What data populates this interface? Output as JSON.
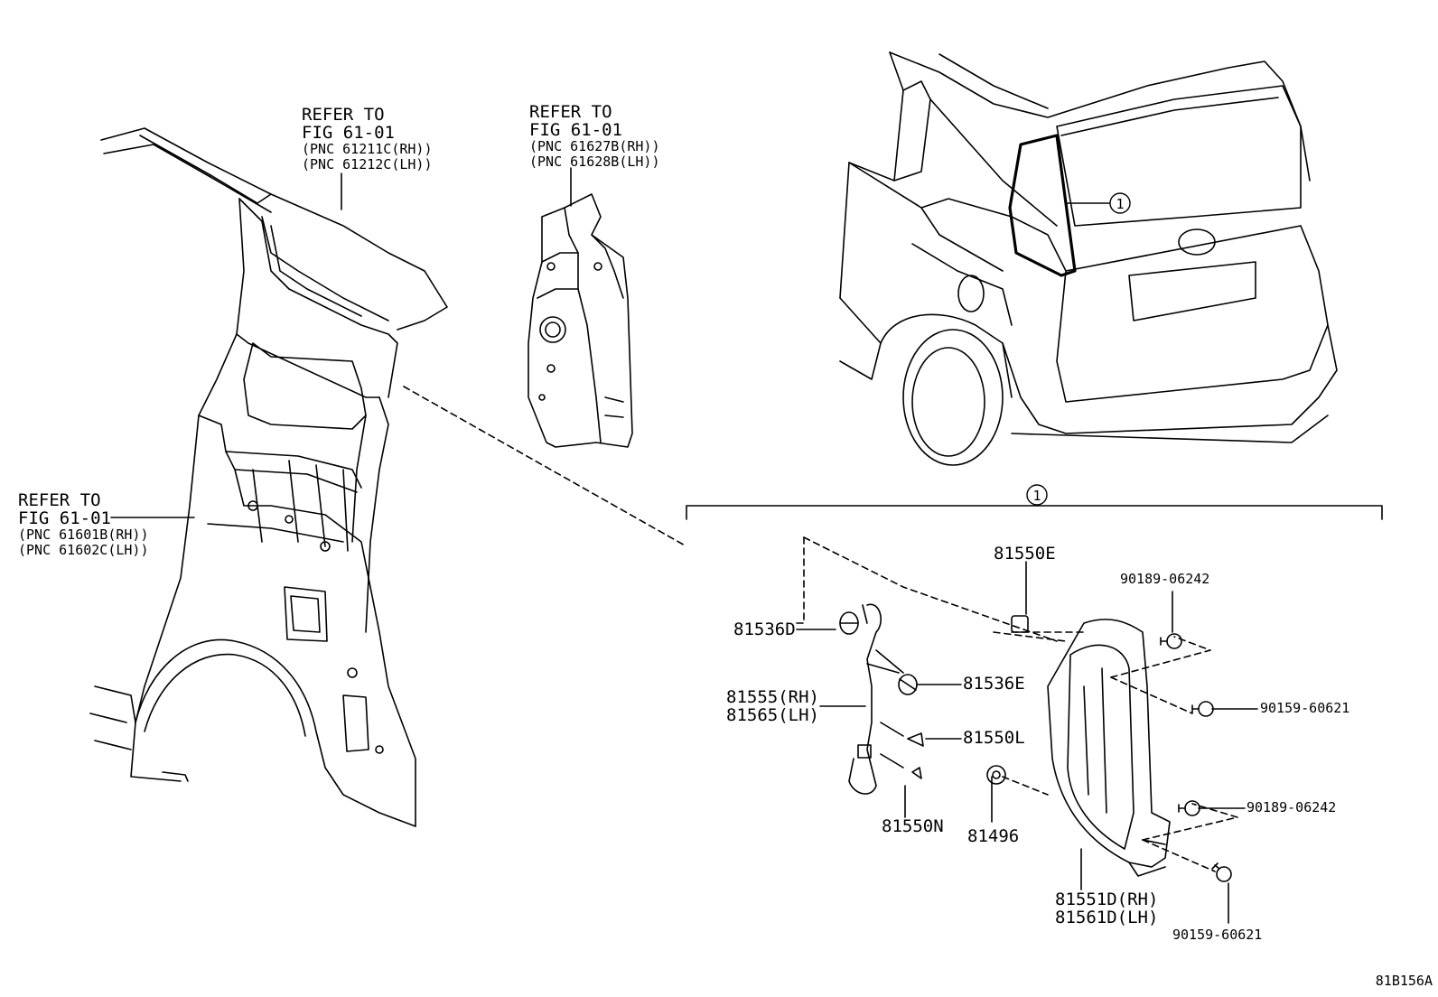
{
  "callouts": {
    "refer_roof": {
      "l1": "REFER TO",
      "l2": "FIG 61-01",
      "l3": "(PNC 61211C(RH))",
      "l4": "(PNC 61212C(LH))"
    },
    "refer_pillar": {
      "l1": "REFER TO",
      "l2": "FIG 61-01",
      "l3": "(PNC 61627B(RH))",
      "l4": "(PNC 61628B(LH))"
    },
    "refer_quarter": {
      "l1": "REFER TO",
      "l2": "FIG 61-01",
      "l3": "(PNC 61601B(RH))",
      "l4": "(PNC 61602C(LH))"
    }
  },
  "parts": {
    "p81536D": "81536D",
    "p81555": "81555(RH)",
    "p81565": "81565(LH)",
    "p81550N": "81550N",
    "p81536E": "81536E",
    "p81550L": "81550L",
    "p81550E": "81550E",
    "p81496": "81496",
    "p81551D": "81551D(RH)",
    "p81561D": "81561D(LH)",
    "p90189a": "90189-06242",
    "p90159a": "90159-60621",
    "p90189b": "90189-06242",
    "p90159b": "90159-60621"
  },
  "ref_marks": {
    "car": "1",
    "bracket": "1"
  },
  "figure_code": "81B156A"
}
